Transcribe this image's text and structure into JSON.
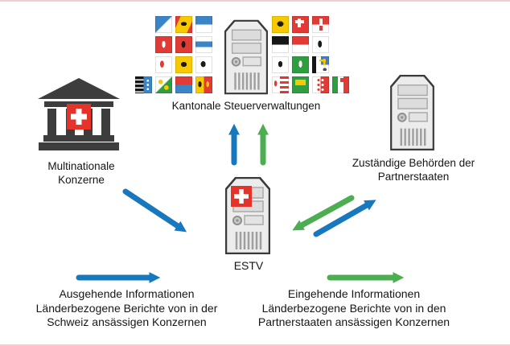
{
  "page": {
    "background": "#ffffff",
    "top_border_color": "#f2ccd1",
    "bottom_border_color": "#f2ccd1"
  },
  "colors": {
    "outgoing_blue": "#1878be",
    "incoming_green": "#4cae51",
    "swiss_red": "#e5332a",
    "icon_dark": "#3d3d3d"
  },
  "nodes": {
    "multinationals": {
      "icon": "bank-building-with-swiss-flag-icon",
      "label_line1": "Multinationale",
      "label_line2": "Konzerne"
    },
    "cantonal_tax_admins": {
      "icon": "server-tower-icon",
      "label": "Kantonale Steuerverwaltungen"
    },
    "estv": {
      "icon": "server-tower-with-swiss-flag-icon",
      "label": "ESTV"
    },
    "partner_authorities": {
      "icon": "server-tower-icon",
      "label_line1": "Zuständige Behörden der",
      "label_line2": "Partnerstaaten"
    }
  },
  "cantonal_flags": {
    "left_rows": [
      [
        {
          "code": "zh",
          "name": "Zürich"
        },
        {
          "code": "be",
          "name": "Bern"
        },
        {
          "code": "lu",
          "name": "Luzern"
        }
      ],
      [
        {
          "code": "nw",
          "name": "Nidwalden"
        },
        {
          "code": "gl",
          "name": "Glarus"
        },
        {
          "code": "zg",
          "name": "Zug"
        }
      ],
      [
        {
          "code": "bl",
          "name": "Basel-Landschaft"
        },
        {
          "code": "sh",
          "name": "Schaffhausen"
        },
        {
          "code": "ar",
          "name": "Appenzell Ausserrhoden"
        }
      ],
      [
        {
          "code": "ag",
          "name": "Aargau"
        },
        {
          "code": "tg",
          "name": "Thurgau"
        },
        {
          "code": "ti",
          "name": "Tessin"
        },
        {
          "code": "ge",
          "name": "Genf"
        }
      ]
    ],
    "right_rows": [
      [
        {
          "code": "ur",
          "name": "Uri"
        },
        {
          "code": "sz",
          "name": "Schwyz"
        },
        {
          "code": "ow",
          "name": "Obwalden"
        }
      ],
      [
        {
          "code": "fr",
          "name": "Freiburg"
        },
        {
          "code": "so",
          "name": "Solothurn"
        },
        {
          "code": "bs",
          "name": "Basel-Stadt"
        }
      ],
      [
        {
          "code": "ai",
          "name": "Appenzell Innerrhoden"
        },
        {
          "code": "sg",
          "name": "St. Gallen"
        },
        {
          "code": "gr",
          "name": "Graubünden"
        }
      ],
      [
        {
          "code": "ju",
          "name": "Jura"
        },
        {
          "code": "vd",
          "name": "Waadt"
        },
        {
          "code": "vs",
          "name": "Wallis"
        },
        {
          "code": "ne",
          "name": "Neuenburg"
        }
      ]
    ]
  },
  "arrows": [
    {
      "id": "konzerne-to-estv",
      "color": "#1878be",
      "direction": "down-right",
      "from": "Multinationale Konzerne",
      "to": "ESTV"
    },
    {
      "id": "estv-to-cantonal-blue",
      "color": "#1878be",
      "direction": "up",
      "from": "ESTV",
      "to": "Kantonale Steuerverwaltungen"
    },
    {
      "id": "estv-to-cantonal-green",
      "color": "#4cae51",
      "direction": "up",
      "from": "ESTV",
      "to": "Kantonale Steuerverwaltungen"
    },
    {
      "id": "partners-to-estv",
      "color": "#4cae51",
      "direction": "down-left",
      "from": "Zuständige Behörden der Partnerstaaten",
      "to": "ESTV"
    },
    {
      "id": "estv-to-partners",
      "color": "#1878be",
      "direction": "up-right",
      "from": "ESTV",
      "to": "Zuständige Behörden der Partnerstaaten"
    }
  ],
  "legend": {
    "outgoing": {
      "arrow_color": "#1878be",
      "lines": [
        "Ausgehende Informationen",
        "Länderbezogene Berichte von in der",
        "Schweiz ansässigen Konzernen"
      ]
    },
    "incoming": {
      "arrow_color": "#4cae51",
      "lines": [
        "Eingehende Informationen",
        "Länderbezogene Berichte von in den",
        "Partnerstaaten ansässigen Konzernen"
      ]
    }
  }
}
